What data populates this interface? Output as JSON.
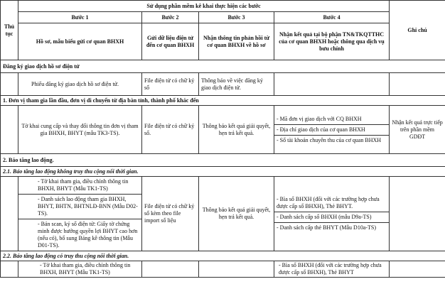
{
  "header": {
    "thu_tuc": "Thủ tục",
    "top": "Sử dụng phần mềm kê khai thực hiện các bước",
    "ghi_chu": "Ghi chú",
    "step1": "Bước 1",
    "step2": "Bước 2",
    "step3": "Bước 3",
    "step4": "Bước 4",
    "step1_desc": "Hồ sơ, mẫu biểu gửi cơ quan BHXH",
    "step2_desc": "Gửi dữ liệu điện tử đến cơ quan BHXH",
    "step3_desc": "Nhận thông tin phản hồi từ cơ quan BHXH về hồ sơ",
    "step4_desc": "Nhận kết quả tại bộ phận TN&TKQTTHC của cơ quan BHXH hoặc thông qua dịch vụ bưu chính"
  },
  "sections": {
    "s0": {
      "title": "Đăng ký giao dịch hồ sơ điện tử",
      "c1": "Phiếu đăng ký giao dịch hồ sơ điện tử.",
      "c2": "File điện tử có chữ ký số",
      "c3": "Thông báo về việc đăng ký giao dịch điện tử."
    },
    "s1": {
      "title": "1. Đơn vị tham gia lần đầu, đơn vị di chuyển từ địa bàn tỉnh, thành phố khác đến",
      "c1": "Tờ khai cung cấp và thay đổi thông tin đơn vị tham gia BHXH, BHYT (mẫu TK3-TS).",
      "c2": "File điện tử có chữ ký số.",
      "c3": "Thông báo kết quả giải quyết, hẹn trả kết quả.",
      "c4": [
        "- Mã đơn vị giao dịch với CQ BHXH",
        "- Địa chỉ giao dịch của cơ quan BHXH",
        "- Số tài khoản chuyên thu của cơ quan BHXH"
      ],
      "note": "Nhận kết quả trực tiếp trên phần mềm GDĐT"
    },
    "s2": {
      "title": "2. Báo tăng lao động.",
      "sub1": "2.1. Báo tăng lao động không truy thu cộng nối thời gian.",
      "c1": [
        "- Tờ khai tham gia, điều chỉnh thông tin BHXH, BHYT (Mẫu TK1-TS)",
        "- Danh sách lao động tham gia BHXH, BHYT, BHTN, BHTNLĐ-BNN (Mẫu D02-TS).",
        "- Bản scan, ký số điện tử: Giấy tờ chứng minh được hưởng quyền lợi BHYT cao hơn (nếu có), bổ sung Bảng kê thông tin (Mẫu D01-TS)."
      ],
      "c2": "File điện tử có chữ ký số kèm theo file import số liệu",
      "c3": "Thông báo kết quả giải quyết, hẹn trả kết quả.",
      "c4": [
        "- Bìa sổ BHXH (đối với các trường hợp chưa được cấp sổ BHXH), Thẻ BHYT.",
        "- Danh sách cấp sổ BHXH (mẫu D9a-TS)",
        "- Danh sách cấp thẻ BHYT (Mẫu D10a-TS)"
      ],
      "sub2": "2.2. Báo tăng lao động có truy thu cộng nối thời gian.",
      "c1b": "- Tờ khai tham gia, điều chỉnh thông tin BHXH, BHYT (Mẫu TK1-TS)",
      "c4b": "- Bìa sổ BHXH (đối với các trường hợp chưa được cấp sổ BHXH), Thẻ BHYT"
    }
  }
}
